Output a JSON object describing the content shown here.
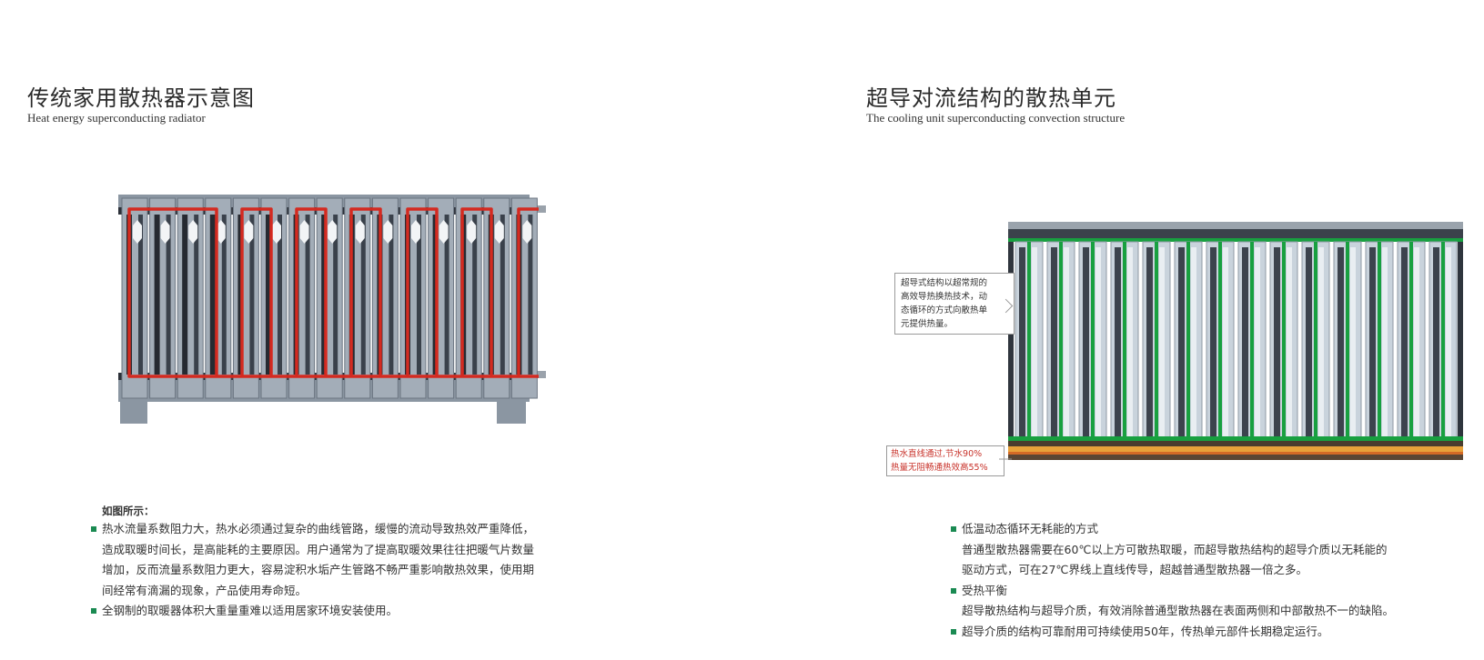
{
  "left": {
    "title_zh": "传统家用散热器示意图",
    "title_en": "Heat energy superconducting radiator",
    "heading": "如图所示：",
    "bullets": [
      {
        "lines": [
          "热水流量系数阻力大，热水必须通过复杂的曲线管路，缓慢的流动导致热效严重降低，",
          "造成取暖时间长，是高能耗的主要原因。用户通常为了提高取暖效果往往把暖气片数量",
          "增加，反而流量系数阻力更大，容易淀积水垢产生管路不畅严重影响散热效果，使用期",
          "间经常有滴漏的现象，产品使用寿命短。"
        ]
      },
      {
        "lines": [
          "全钢制的取暖器体积大重量重难以适用居家环境安装使用。"
        ]
      }
    ]
  },
  "right": {
    "title_zh": "超导对流结构的散热单元",
    "title_en": "The cooling unit superconducting convection structure",
    "callout_top": [
      "超导式结构以超常规的",
      "高效导热换热技术，动",
      "态循环的方式向散热单",
      "元提供热量。"
    ],
    "callout_bottom": [
      "热水直线通过,节水90%",
      "热量无阻畅通热效高55%"
    ],
    "items": [
      {
        "heading": "低温动态循环无耗能的方式",
        "lines": [
          "普通型散热器需要在60℃以上方可散热取暖，而超导散热结构的超导介质以无耗能的",
          "驱动方式，可在27℃界线上直线传导，超越普通型散热器一倍之多。"
        ]
      },
      {
        "heading": "受热平衡",
        "lines": [
          "超导散热结构与超导介质，有效消除普通型散热器在表面两侧和中部散热不一的缺陷。"
        ]
      },
      {
        "heading": "超导介质的结构可靠耐用可持续使用50年，传热单元部件长期稳定运行。",
        "lines": []
      }
    ]
  },
  "colors": {
    "bullet": "#1a8a52",
    "red_pipe": "#d42a20",
    "green_pipe": "#18a040",
    "fin": "#8d98a4"
  }
}
